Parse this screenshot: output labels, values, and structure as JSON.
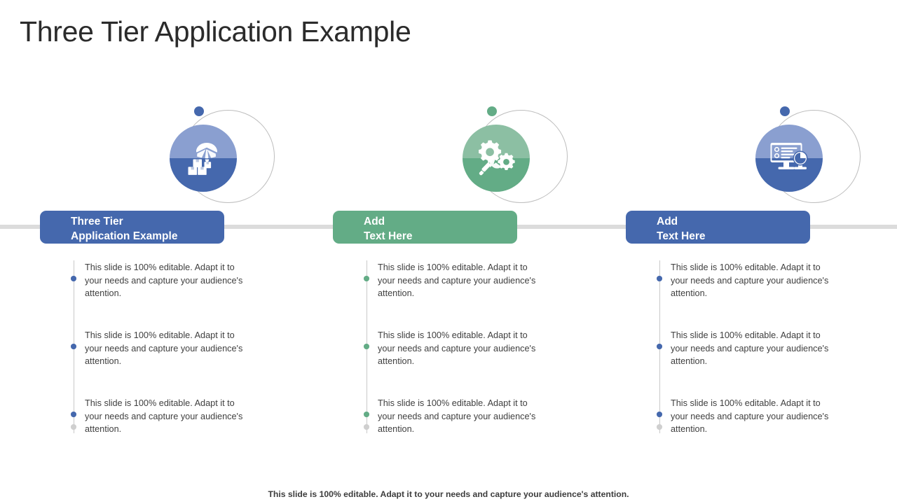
{
  "slide": {
    "title": "Three Tier Application Example",
    "footer_note": "This slide is 100% editable. Adapt it to your needs and capture your audience's attention."
  },
  "theme": {
    "blue_dark": "#4568ad",
    "blue_light": "#8a9fd0",
    "green_dark": "#63ac86",
    "green_light": "#8cbfa3",
    "band_gray": "#dcdcdc",
    "rail_gray": "#c9c9c9",
    "tail_gray": "#cfcfcf",
    "text_gray": "#404040",
    "title_black": "#2b2b2b"
  },
  "columns": [
    {
      "icon_name": "parachute-boxes-icon",
      "accent": "#4568ad",
      "accent_light": "#8a9fd0",
      "heading_line1": "Three Tier",
      "heading_line2": "Application Example",
      "bullets": [
        "This slide is 100% editable. Adapt it to your needs and capture your audience's attention.",
        "This slide is 100% editable. Adapt it to your needs and capture your audience's attention.",
        "This slide is 100% editable. Adapt it to your needs and capture your audience's attention."
      ]
    },
    {
      "icon_name": "gears-settings-icon",
      "accent": "#63ac86",
      "accent_light": "#8cbfa3",
      "heading_line1": "Add",
      "heading_line2": "Text Here",
      "bullets": [
        "This slide is 100% editable. Adapt it to your needs and capture your audience's attention.",
        "This slide is 100% editable. Adapt it to your needs and capture your audience's attention.",
        "This slide is 100% editable. Adapt it to your needs and capture your audience's attention."
      ]
    },
    {
      "icon_name": "monitor-checklist-clock-icon",
      "accent": "#4568ad",
      "accent_light": "#8a9fd0",
      "heading_line1": "Add",
      "heading_line2": "Text Here",
      "bullets": [
        "This slide is 100% editable. Adapt it to your needs and capture your audience's attention.",
        "This slide is 100% editable. Adapt it to your needs and capture your audience's attention.",
        "This slide is 100% editable. Adapt it to your needs and capture your audience's attention."
      ]
    }
  ]
}
